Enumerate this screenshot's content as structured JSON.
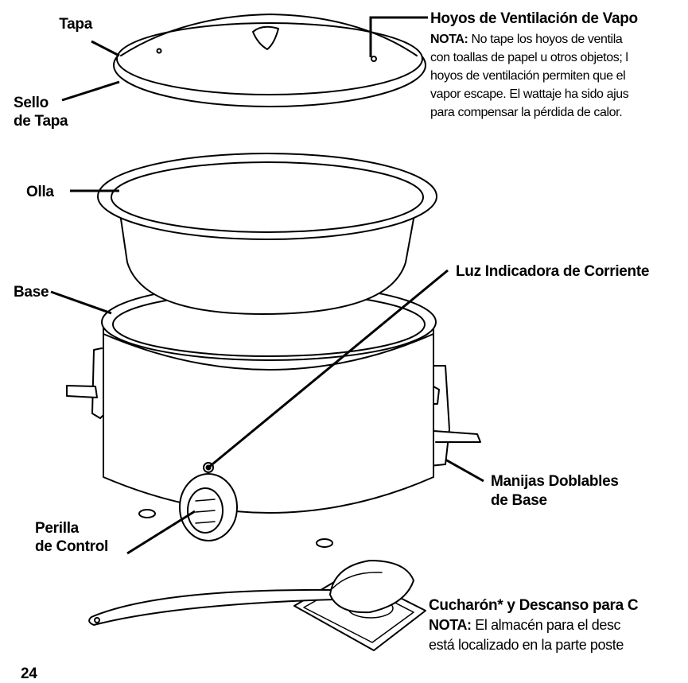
{
  "labels": {
    "tapa": "Tapa",
    "sello_line1": "Sello",
    "sello_line2": "de Tapa",
    "olla": "Olla",
    "base": "Base",
    "perilla_line1": "Perilla",
    "perilla_line2": "de Control",
    "hoyos_title": "Hoyos de Ventilación de Vapo",
    "luz": "Luz Indicadora de Corriente",
    "manijas_line1": "Manijas Doblables",
    "manijas_line2": "de Base",
    "cucharon_title": "Cucharón* y Descanso para C"
  },
  "notes": {
    "hoyos": {
      "prefix": "NOTA:",
      "lines": [
        " No tape los hoyos de ventila",
        "con toallas de papel u otros objetos; l",
        "hoyos de ventilación permiten que el",
        "vapor escape. El wattaje ha sido ajus",
        "para compensar la pérdida de calor."
      ]
    },
    "cucharon": {
      "prefix": "NOTA:",
      "lines": [
        " El almacén para el desc",
        "está localizado en la parte poste"
      ]
    }
  },
  "page_number": "24"
}
